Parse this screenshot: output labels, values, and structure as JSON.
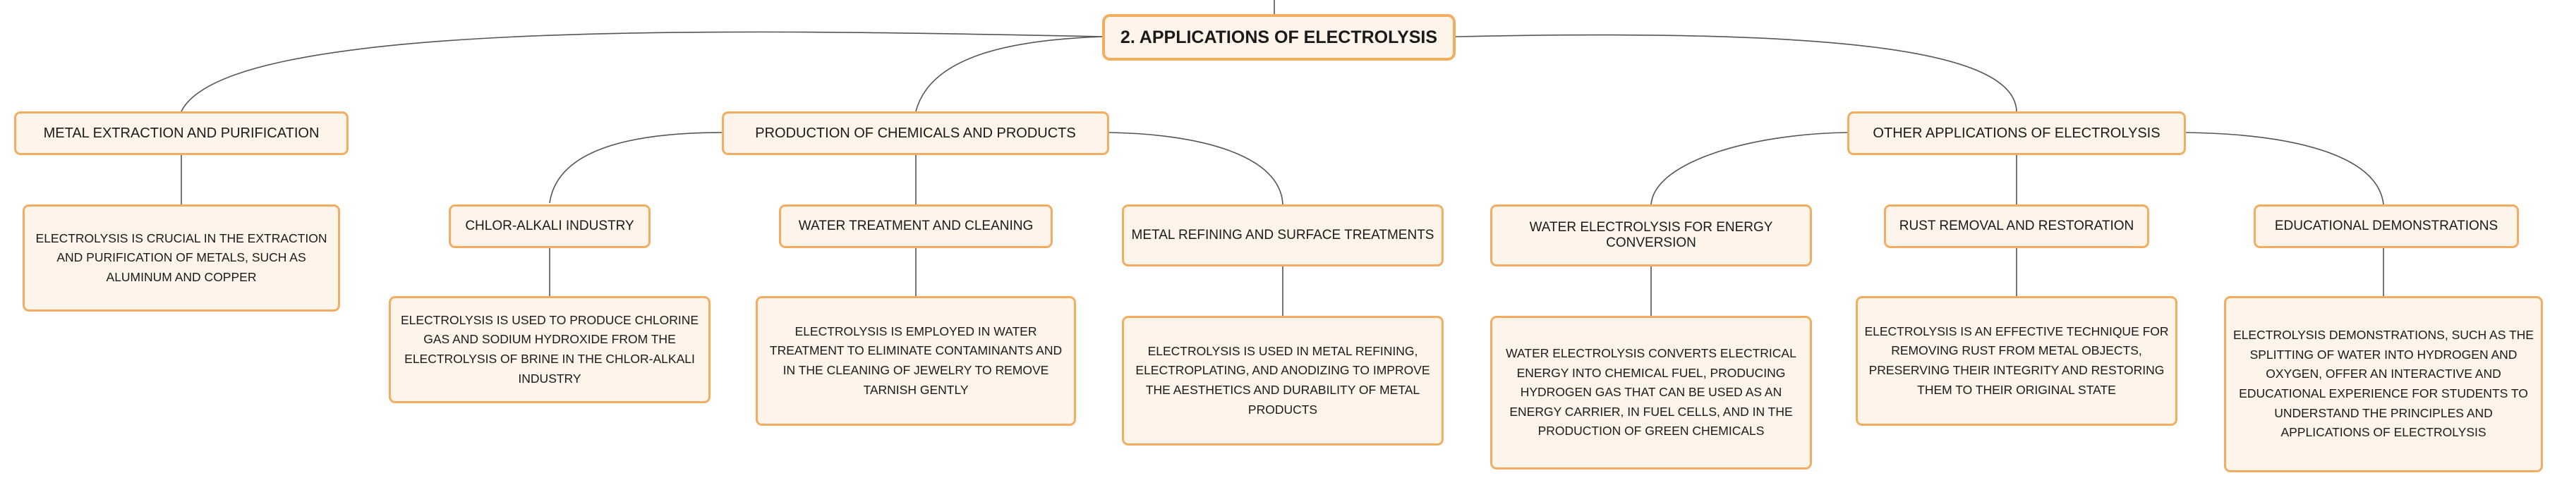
{
  "root": {
    "label": "2. APPLICATIONS OF ELECTROLYSIS"
  },
  "branches": [
    {
      "label": "METAL EXTRACTION AND PURIFICATION",
      "detail": "ELECTROLYSIS IS CRUCIAL IN THE EXTRACTION AND PURIFICATION OF METALS, SUCH AS ALUMINUM AND COPPER"
    },
    {
      "label": "PRODUCTION OF CHEMICALS AND PRODUCTS",
      "children": [
        {
          "label": "CHLOR-ALKALI INDUSTRY",
          "detail": "ELECTROLYSIS IS USED TO PRODUCE CHLORINE GAS AND SODIUM HYDROXIDE FROM THE ELECTROLYSIS OF BRINE IN THE CHLOR-ALKALI INDUSTRY"
        },
        {
          "label": "WATER TREATMENT AND CLEANING",
          "detail": "ELECTROLYSIS IS EMPLOYED IN WATER TREATMENT TO ELIMINATE CONTAMINANTS AND IN THE CLEANING OF JEWELRY TO REMOVE TARNISH GENTLY"
        },
        {
          "label": "METAL REFINING AND SURFACE TREATMENTS",
          "detail": "ELECTROLYSIS IS USED IN METAL REFINING, ELECTROPLATING, AND ANODIZING TO IMPROVE THE AESTHETICS AND DURABILITY OF METAL PRODUCTS"
        }
      ]
    },
    {
      "label": "OTHER APPLICATIONS OF ELECTROLYSIS",
      "children": [
        {
          "label": "WATER ELECTROLYSIS FOR ENERGY CONVERSION",
          "detail": "WATER ELECTROLYSIS CONVERTS ELECTRICAL ENERGY INTO CHEMICAL FUEL, PRODUCING HYDROGEN GAS THAT CAN BE USED AS AN ENERGY CARRIER, IN FUEL CELLS, AND IN THE PRODUCTION OF GREEN CHEMICALS"
        },
        {
          "label": "RUST REMOVAL AND RESTORATION",
          "detail": "ELECTROLYSIS IS AN EFFECTIVE TECHNIQUE FOR REMOVING RUST FROM METAL OBJECTS, PRESERVING THEIR INTEGRITY AND RESTORING THEM TO THEIR ORIGINAL STATE"
        },
        {
          "label": "EDUCATIONAL DEMONSTRATIONS",
          "detail": "ELECTROLYSIS DEMONSTRATIONS, SUCH AS THE SPLITTING OF WATER INTO HYDROGEN AND OXYGEN, OFFER AN INTERACTIVE AND EDUCATIONAL EXPERIENCE FOR STUDENTS TO UNDERSTAND THE PRINCIPLES AND APPLICATIONS OF ELECTROLYSIS"
        }
      ]
    }
  ]
}
